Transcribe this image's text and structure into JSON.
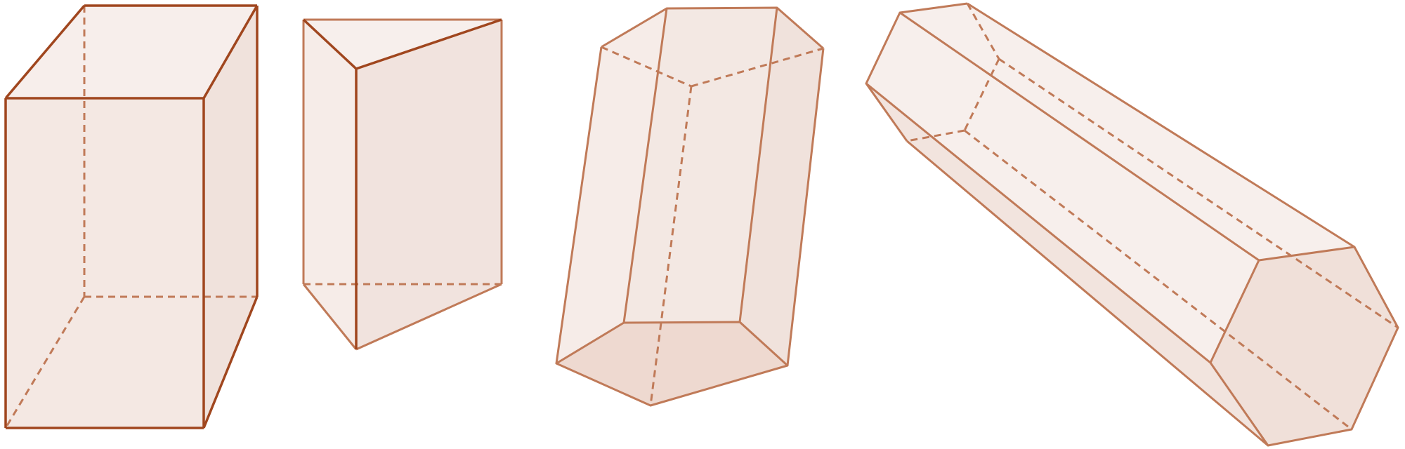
{
  "figure": {
    "solids": [
      {
        "name": "rectangular-prism",
        "faces": [
          {
            "name": "right-face",
            "fill": "#f0e2dc"
          },
          {
            "name": "top-face",
            "fill": "#f7eeeb"
          },
          {
            "name": "front-face",
            "fill": "#f4e8e3"
          }
        ],
        "edge_color": "#a0461e"
      },
      {
        "name": "triangular-prism",
        "faces": [
          {
            "name": "left-face",
            "fill": "#f6ece8"
          },
          {
            "name": "right-face",
            "fill": "#f1e3de"
          },
          {
            "name": "top-face",
            "fill": "#f7efec"
          }
        ],
        "edge_color_front": "#a0461e",
        "edge_color_back": "#c07a58"
      },
      {
        "name": "pentagonal-prism",
        "faces": [
          {
            "name": "left-face",
            "fill": "#f6ece8"
          },
          {
            "name": "front-face",
            "fill": "#f3e8e3"
          },
          {
            "name": "right-face",
            "fill": "#f0e2dc"
          },
          {
            "name": "bottom-face",
            "fill": "#eed9d0"
          }
        ],
        "edge_color": "#c07a58"
      },
      {
        "name": "hexagonal-prism",
        "faces": [
          {
            "name": "top-face",
            "fill": "#f7efec"
          },
          {
            "name": "left-face",
            "fill": "#f2e4de"
          },
          {
            "name": "end-face",
            "fill": "#f0e0d9"
          }
        ],
        "edge_color": "#c07a58"
      }
    ],
    "dashed_style": "hidden-edge"
  }
}
